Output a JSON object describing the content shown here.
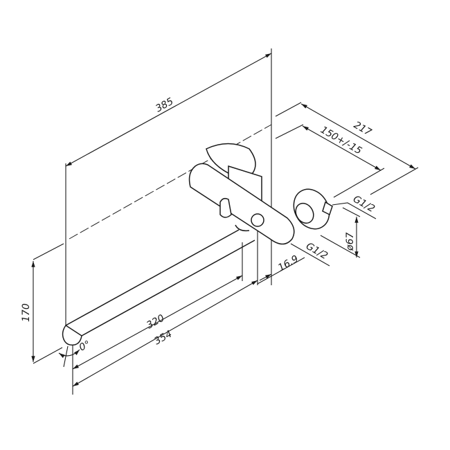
{
  "drawing": {
    "dimensions": {
      "overall_length": "385",
      "projection_total": "217",
      "connection_spacing": "150+/-15",
      "connection_thread_upper": "G1/2",
      "flange_diameter": "ø67",
      "connection_thread_lower": "G1/2",
      "offset": "16.9",
      "height": "170",
      "spout_length_inner": "320",
      "spout_length_outer": "354",
      "swivel_angle": "0°"
    }
  }
}
